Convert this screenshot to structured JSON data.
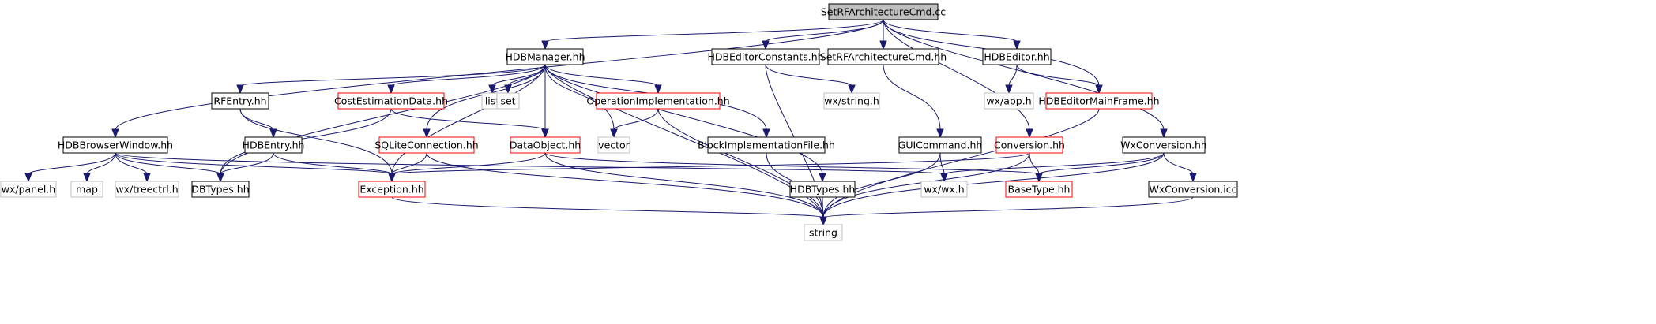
{
  "colors": {
    "edge": "#191970",
    "root_fill": "#bfbfbf",
    "documented_border": "#000000",
    "red_border": "#ff0000",
    "external_border": "#bfbfbf",
    "external_text": "#7f7f7f"
  },
  "nodes": [
    {
      "id": "root",
      "label": "SetRFArchitectureCmd.cc",
      "style": "root"
    },
    {
      "id": "hdbmanager",
      "label": "HDBManager.hh",
      "style": "black"
    },
    {
      "id": "hdbeditorconstants",
      "label": "HDBEditorConstants.hh",
      "style": "black"
    },
    {
      "id": "setrfarchcmdhh",
      "label": "SetRFArchitectureCmd.hh",
      "style": "black"
    },
    {
      "id": "hdbeditor",
      "label": "HDBEditor.hh",
      "style": "black"
    },
    {
      "id": "rfentry",
      "label": "RFEntry.hh",
      "style": "black"
    },
    {
      "id": "costestimation",
      "label": "CostEstimationData.hh",
      "style": "red"
    },
    {
      "id": "list",
      "label": "list",
      "style": "gray"
    },
    {
      "id": "set",
      "label": "set",
      "style": "gray"
    },
    {
      "id": "opimpl",
      "label": "OperationImplementation.hh",
      "style": "red"
    },
    {
      "id": "wxstring",
      "label": "wx/string.h",
      "style": "gray"
    },
    {
      "id": "wxapp",
      "label": "wx/app.h",
      "style": "gray"
    },
    {
      "id": "hdbeditormainframe",
      "label": "HDBEditorMainFrame.hh",
      "style": "red"
    },
    {
      "id": "hdbbrowserwindow",
      "label": "HDBBrowserWindow.hh",
      "style": "black"
    },
    {
      "id": "hdbentry",
      "label": "HDBEntry.hh",
      "style": "black"
    },
    {
      "id": "sqliteconnection",
      "label": "SQLiteConnection.hh",
      "style": "red"
    },
    {
      "id": "dataobject",
      "label": "DataObject.hh",
      "style": "red"
    },
    {
      "id": "vector",
      "label": "vector",
      "style": "gray"
    },
    {
      "id": "blockimpl",
      "label": "BlockImplementationFile.hh",
      "style": "black"
    },
    {
      "id": "guicommand",
      "label": "GUICommand.hh",
      "style": "black"
    },
    {
      "id": "conversion",
      "label": "Conversion.hh",
      "style": "red"
    },
    {
      "id": "wxconversion",
      "label": "WxConversion.hh",
      "style": "black"
    },
    {
      "id": "wxpanel",
      "label": "wx/panel.h",
      "style": "gray"
    },
    {
      "id": "map",
      "label": "map",
      "style": "gray"
    },
    {
      "id": "wxtreectrl",
      "label": "wx/treectrl.h",
      "style": "gray"
    },
    {
      "id": "dbtypes",
      "label": "DBTypes.hh",
      "style": "black"
    },
    {
      "id": "exception",
      "label": "Exception.hh",
      "style": "red"
    },
    {
      "id": "wxwx",
      "label": "wx/wx.h",
      "style": "gray"
    },
    {
      "id": "basetype",
      "label": "BaseType.hh",
      "style": "red"
    },
    {
      "id": "hdbtypes",
      "label": "HDBTypes.hh",
      "style": "black"
    },
    {
      "id": "wxconversionicc",
      "label": "WxConversion.icc",
      "style": "black"
    },
    {
      "id": "string",
      "label": "string",
      "style": "gray"
    }
  ],
  "edges": [
    [
      "root",
      "hdbmanager"
    ],
    [
      "root",
      "hdbeditorconstants"
    ],
    [
      "root",
      "setrfarchcmdhh"
    ],
    [
      "root",
      "hdbeditor"
    ],
    [
      "root",
      "hdbeditormainframe"
    ],
    [
      "root",
      "wxconversion"
    ],
    [
      "root",
      "hdbbrowserwindow"
    ],
    [
      "root",
      "conversion"
    ],
    [
      "hdbmanager",
      "rfentry"
    ],
    [
      "hdbmanager",
      "costestimation"
    ],
    [
      "hdbmanager",
      "list"
    ],
    [
      "hdbmanager",
      "set"
    ],
    [
      "hdbmanager",
      "opimpl"
    ],
    [
      "hdbmanager",
      "sqliteconnection"
    ],
    [
      "hdbmanager",
      "dataobject"
    ],
    [
      "hdbmanager",
      "vector"
    ],
    [
      "hdbmanager",
      "blockimpl"
    ],
    [
      "hdbmanager",
      "dbtypes"
    ],
    [
      "hdbmanager",
      "exception"
    ],
    [
      "hdbmanager",
      "hdbtypes"
    ],
    [
      "hdbmanager",
      "string"
    ],
    [
      "hdbeditorconstants",
      "wxstring"
    ],
    [
      "hdbeditorconstants",
      "string"
    ],
    [
      "setrfarchcmdhh",
      "guicommand"
    ],
    [
      "hdbeditor",
      "wxapp"
    ],
    [
      "hdbeditor",
      "hdbeditormainframe"
    ],
    [
      "rfentry",
      "hdbentry"
    ],
    [
      "rfentry",
      "exception"
    ],
    [
      "costestimation",
      "dataobject"
    ],
    [
      "costestimation",
      "dbtypes"
    ],
    [
      "opimpl",
      "vector"
    ],
    [
      "opimpl",
      "string"
    ],
    [
      "hdbeditormainframe",
      "string"
    ],
    [
      "hdbbrowserwindow",
      "wxpanel"
    ],
    [
      "hdbbrowserwindow",
      "map"
    ],
    [
      "hdbbrowserwindow",
      "wxtreectrl"
    ],
    [
      "hdbbrowserwindow",
      "dbtypes"
    ],
    [
      "hdbbrowserwindow",
      "exception"
    ],
    [
      "hdbbrowserwindow",
      "wxwx"
    ],
    [
      "hdbentry",
      "dbtypes"
    ],
    [
      "hdbentry",
      "exception"
    ],
    [
      "sqliteconnection",
      "exception"
    ],
    [
      "sqliteconnection",
      "string"
    ],
    [
      "dataobject",
      "exception"
    ],
    [
      "dataobject",
      "basetype"
    ],
    [
      "dataobject",
      "string"
    ],
    [
      "blockimpl",
      "string"
    ],
    [
      "guicommand",
      "wxwx"
    ],
    [
      "guicommand",
      "string"
    ],
    [
      "conversion",
      "exception"
    ],
    [
      "conversion",
      "basetype"
    ],
    [
      "conversion",
      "string"
    ],
    [
      "wxconversion",
      "wxwx"
    ],
    [
      "wxconversion",
      "basetype"
    ],
    [
      "wxconversion",
      "wxconversionicc"
    ],
    [
      "wxconversion",
      "string"
    ],
    [
      "exception",
      "string"
    ],
    [
      "hdbtypes",
      "string"
    ],
    [
      "wxconversionicc",
      "string"
    ]
  ]
}
